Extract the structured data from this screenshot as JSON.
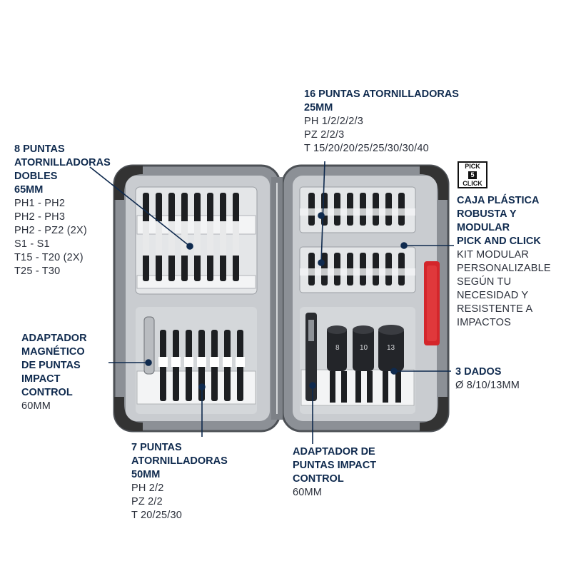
{
  "labels": {
    "double_bits": {
      "title": "8 PUNTAS\nATORNILLADORAS\nDOBLES\n65MM",
      "specs": "PH1 - PH2\nPH2 - PH3\nPH2 - PZ2 (2X)\nS1 - S1\nT15 - T20 (2X)\nT25 - T30"
    },
    "bits_25": {
      "title": "16 PUNTAS ATORNILLADORAS\n25MM",
      "specs": "PH 1/2/2/2/3\nPZ 2/2/3\nT 15/20/20/25/25/30/30/40"
    },
    "case": {
      "title": "CAJA PLÁSTICA\nROBUSTA Y\nMODULAR\nPICK AND CLICK",
      "specs": "KIT MODULAR\nPERSONALIZABLE\nSEGÚN TU\nNECESIDAD Y\nRESISTENTE A\nIMPACTOS"
    },
    "magnetic": {
      "title": "ADAPTADOR\nMAGNÉTICO\nDE PUNTAS\nIMPACT\nCONTROL",
      "specs": "60MM"
    },
    "dados": {
      "title": "3 DADOS",
      "specs": "Ø 8/10/13MM"
    },
    "bits_50": {
      "title": "7 PUNTAS\nATORNILLADORAS\n50MM",
      "specs": "PH 2/2\nPZ 2/2\nT 20/25/30"
    },
    "adapter": {
      "title": "ADAPTADOR DE\nPUNTAS IMPACT\nCONTROL",
      "specs": "60MM"
    }
  },
  "pick_click_logo": {
    "top": "PICK",
    "mid": "5",
    "bottom": "CLICK"
  },
  "socket_sizes": [
    "8",
    "10",
    "13"
  ],
  "colors": {
    "heading": "#0f2a4e",
    "case_gray": "#a7abb0",
    "accent_red": "#d4262b"
  }
}
